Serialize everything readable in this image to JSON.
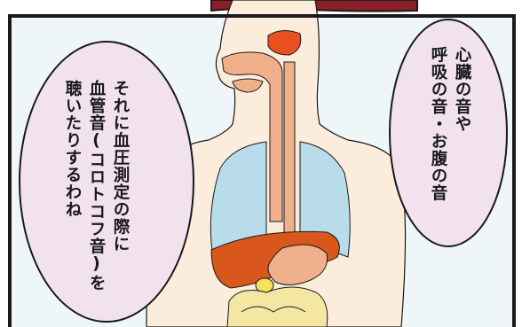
{
  "panel": {
    "colors": {
      "panel_background": "#eef6f7",
      "border": "#1a1a1a",
      "bubble_fill": "#f1e2ed",
      "skin": "#fbecdc",
      "lungs": "#b8dce9",
      "liver": "#d9561c",
      "stomach": "#f0b08c",
      "intestine": "#f4e7a3",
      "gallbladder": "#f5e15c",
      "throat": "#f0b08c",
      "tongue": "#e8501f",
      "hair": "#8a1f2a"
    }
  },
  "speech_bubbles": {
    "left": {
      "lines": [
        "それに血圧測定の際に",
        "血管音(コロトコフ音)を",
        "聴いたりするわね"
      ]
    },
    "right": {
      "lines": [
        "心臓の音や",
        "呼吸の音・お腹の音"
      ]
    }
  }
}
